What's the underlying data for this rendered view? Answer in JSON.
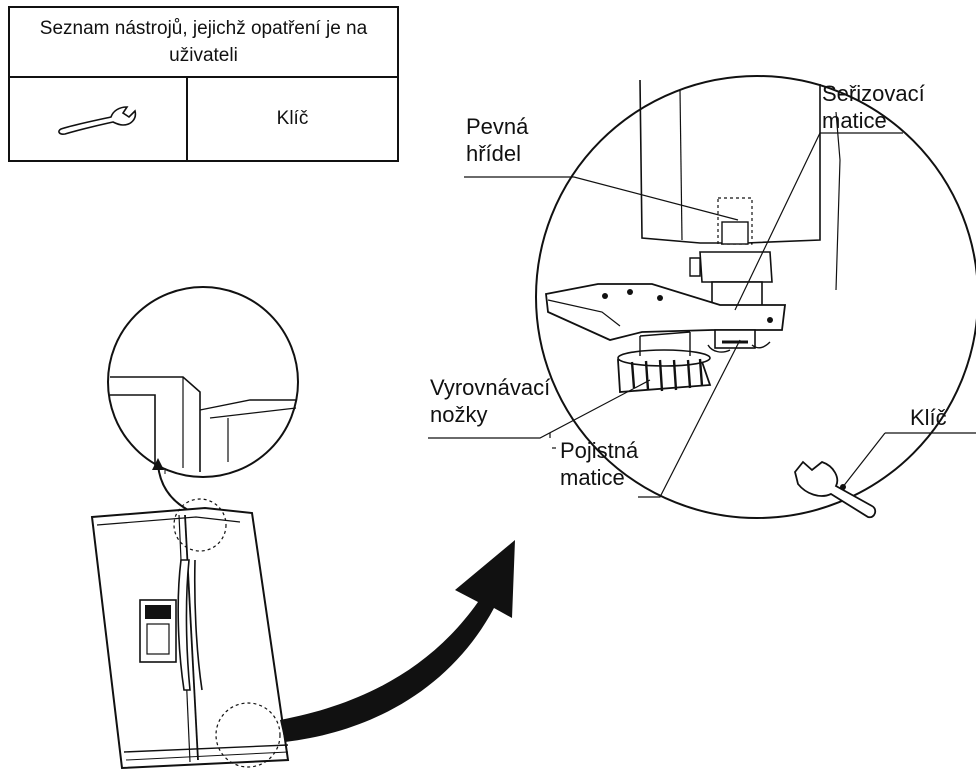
{
  "tool_table": {
    "header": "Seznam nástrojů, jejichž opatření je na uživateli",
    "tool_name": "Klíč",
    "tool_icon": "wrench-icon"
  },
  "labels": {
    "pevna_hridel_1": "Pevná",
    "pevna_hridel_2": "hřídel",
    "serizovaci_1": "Seřizovací",
    "serizovaci_2": "matice",
    "vyrovnavaci_1": "Vyrovnávací",
    "vyrovnavaci_2": "nožky",
    "pojistna_1": "Pojistná",
    "pojistna_2": "matice",
    "klic": "Klíč"
  }
}
